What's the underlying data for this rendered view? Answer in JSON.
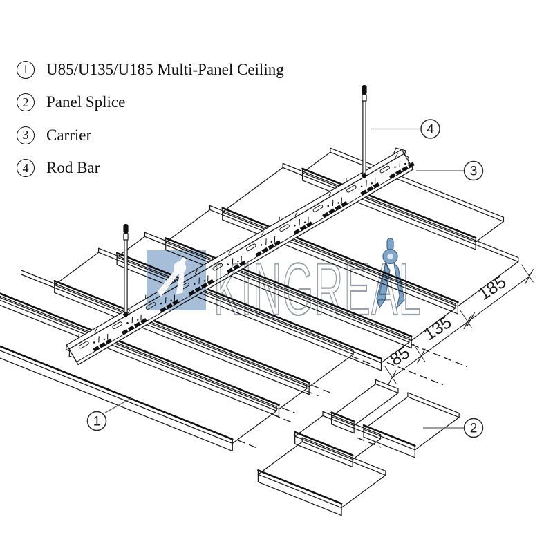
{
  "legend": {
    "items": [
      {
        "num": "1",
        "label": "U85/U135/U185 Multi-Panel Ceiling"
      },
      {
        "num": "2",
        "label": "Panel Splice"
      },
      {
        "num": "3",
        "label": "Carrier"
      },
      {
        "num": "4",
        "label": "Rod Bar"
      }
    ]
  },
  "callouts": {
    "c1": "1",
    "c2": "2",
    "c3": "3",
    "c4": "4"
  },
  "dimensions": {
    "d85": "85",
    "d135": "135",
    "d185": "185"
  },
  "watermark": {
    "text": "KINGREAL",
    "square_color": "#a7bed9",
    "compass_color": "#7fa5c9",
    "compass_outline_color": "#47688c",
    "letter_outline_color": "#9aa3ab"
  },
  "drawing": {
    "line_color": "#1b1b1b",
    "leader_color": "#666666"
  }
}
